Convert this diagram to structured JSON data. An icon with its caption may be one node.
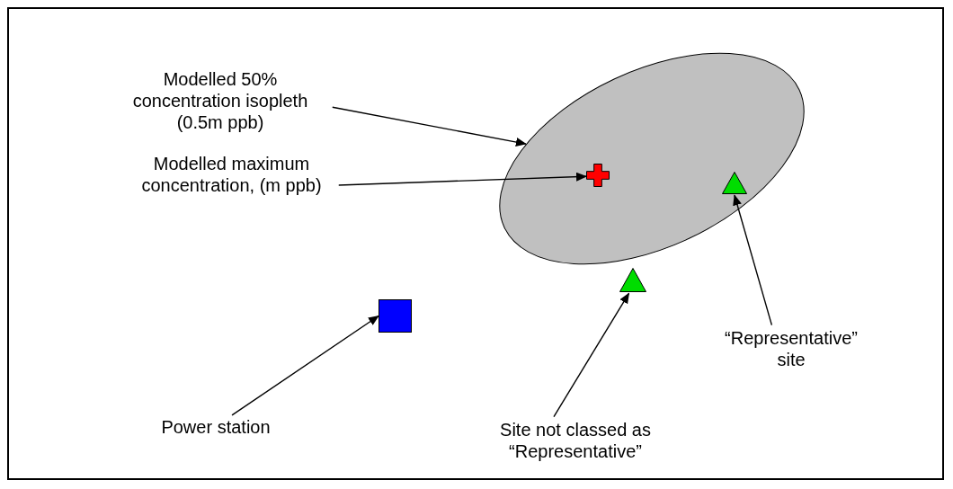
{
  "diagram": {
    "nodes": [
      {
        "text": [],
        "shape": "ellipse"
      },
      {
        "text": [
          "Modelled 50% concentration isopleth (0.5m ppb)"
        ]
      },
      {
        "text": [],
        "shape": "cross",
        "in": 0
      },
      {
        "text": [
          "Modelled maximum concentration, (m ppb)"
        ]
      },
      {
        "text": [],
        "shape": "triangle",
        "in": 0
      },
      {
        "text": [
          "“Representative” site"
        ]
      },
      {
        "text": [],
        "shape": "triangle"
      },
      {
        "text": [
          "Site not classed as “Representative”"
        ]
      },
      {
        "text": [],
        "shape": "square"
      },
      {
        "text": [
          "Power station"
        ]
      }
    ],
    "edges": [
      {
        "from": 1,
        "to": 0,
        "arrow": "to"
      },
      {
        "from": 3,
        "to": 2,
        "arrow": "to"
      },
      {
        "from": 5,
        "to": 4,
        "arrow": "to"
      },
      {
        "from": 7,
        "to": 6,
        "arrow": "to"
      },
      {
        "from": 9,
        "to": 8,
        "arrow": "to"
      }
    ]
  }
}
